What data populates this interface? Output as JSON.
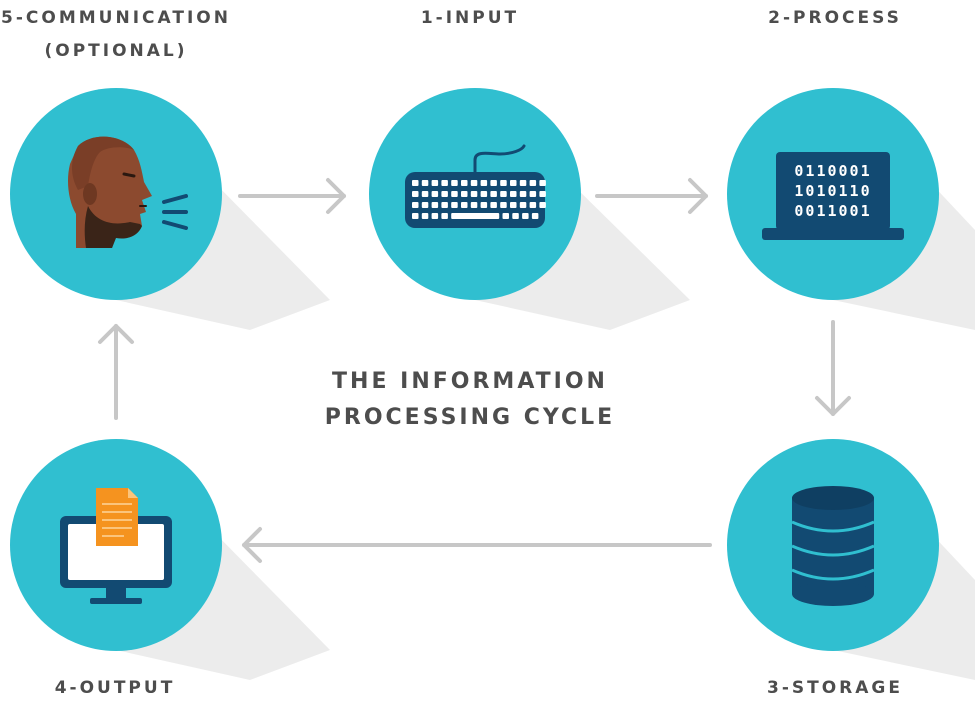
{
  "title": {
    "line1": "THE INFORMATION",
    "line2": "PROCESSING CYCLE"
  },
  "steps": {
    "communication": {
      "label_line1": "5-COMMUNICATION",
      "label_line2": "(OPTIONAL)",
      "icon": "speaking-person-icon"
    },
    "input": {
      "label": "1-INPUT",
      "icon": "keyboard-icon"
    },
    "process": {
      "label": "2-PROCESS",
      "icon": "laptop-binary-icon"
    },
    "storage": {
      "label": "3-STORAGE",
      "icon": "database-icon"
    },
    "output": {
      "label": "4-OUTPUT",
      "icon": "monitor-document-icon"
    }
  },
  "laptop_screen": {
    "row1": "0110001",
    "row2": "1010110",
    "row3": "0011001"
  },
  "colors": {
    "circle": "#30bfd0",
    "dark_blue": "#124a72",
    "arrow": "#c7c7c7",
    "shadow": "#ececec",
    "label": "#4d4d4d",
    "skin": "#8c4a2f",
    "beard": "#3a2418",
    "document": "#f5931f"
  }
}
